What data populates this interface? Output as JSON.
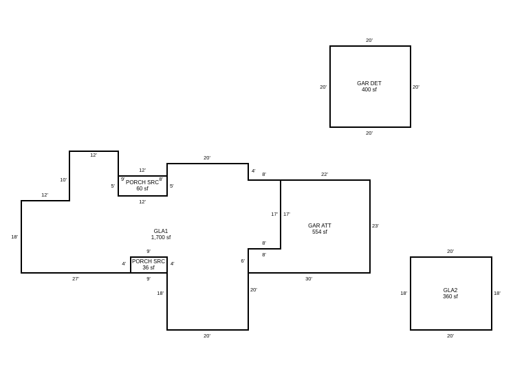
{
  "areas": {
    "gar_det": {
      "name": "GAR DET",
      "size": "400 sf"
    },
    "gla1": {
      "name": "GLA1",
      "size": "1,700 sf"
    },
    "gar_att": {
      "name": "GAR ATT",
      "size": "554 sf"
    },
    "gla2": {
      "name": "GLA2",
      "size": "360 sf"
    },
    "porch_top": {
      "name": "PORCH SRC",
      "size": "60 sf"
    },
    "porch_bottom": {
      "name": "PORCH SRC",
      "size": "36 sf"
    }
  },
  "dimensions": {
    "gar_det": {
      "top": "20'",
      "bottom": "20'",
      "left": "20'",
      "right": "20'"
    },
    "gla2": {
      "top": "20'",
      "bottom": "20'",
      "left": "18'",
      "right": "18'"
    },
    "gla1": {
      "top_left_step": "12'",
      "left_upper": "12'",
      "upper_left_rise": "10'",
      "west_wall": "18'",
      "bottom_left": "27'",
      "porch_top_width": "12'",
      "porch_top_bottom": "12'",
      "porch_top_left": "5'",
      "porch_top_right": "5'",
      "porch_top_inner_left": "9'",
      "porch_top_inner_right": "8'",
      "top_middle": "20'",
      "top_right_jog": "4'",
      "step_to_garage": "8'",
      "garage_shared_wall": "17'",
      "notch_top": "8'",
      "notch_bottom": "8'",
      "notch_side": "6'",
      "porch_bottom_top": "9'",
      "porch_bottom_bottom": "9'",
      "porch_bottom_left": "4'",
      "porch_bottom_right": "4'",
      "south_wing_left": "18'",
      "south_wing_right": "20'",
      "south_wing_bottom": "20'"
    },
    "gar_att": {
      "top": "22'",
      "right": "23'",
      "bottom": "30'",
      "left": "17'"
    }
  }
}
